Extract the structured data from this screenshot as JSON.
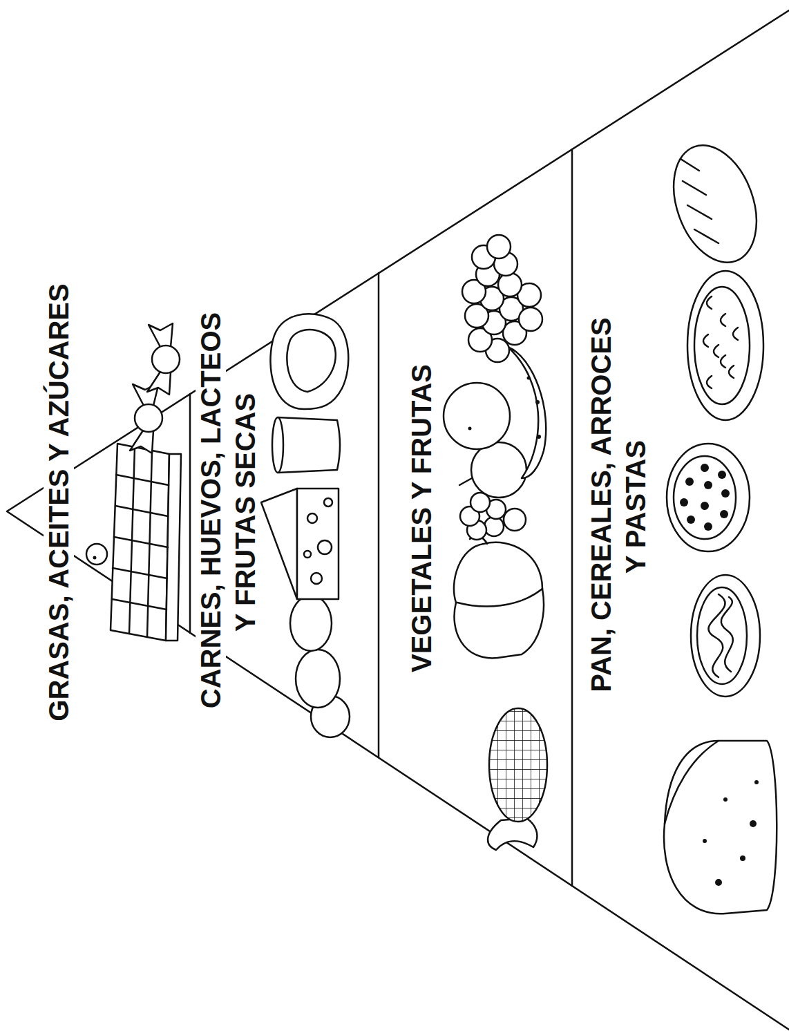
{
  "diagram": {
    "nodes": [
      {
        "text": [
          "GRASAS, ACEITES Y AZÚCARES"
        ]
      },
      {
        "text": [
          "CARNES, HUEVOS, LACTEOS Y FRUTAS SECAS"
        ]
      },
      {
        "text": [
          "VEGETALES Y FRUTAS"
        ]
      },
      {
        "text": [
          "PAN, CEREALES, ARROCES Y PASTAS"
        ]
      }
    ]
  }
}
